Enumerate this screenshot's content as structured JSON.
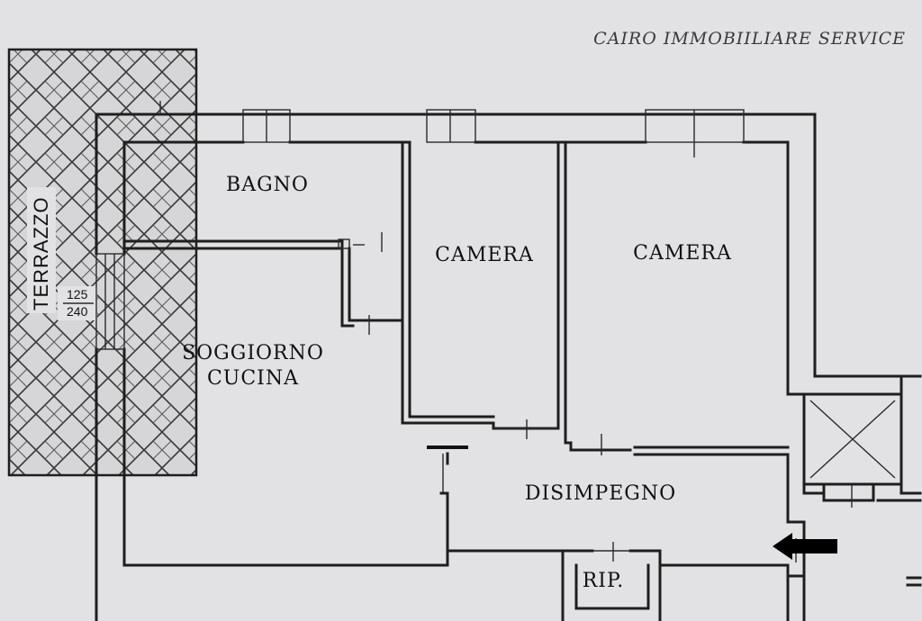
{
  "agency": {
    "name": "CAIRO IMMOBIILIARE SERVICE"
  },
  "rooms": {
    "bagno": "BAGNO",
    "camera_1": "CAMERA",
    "camera_2": "CAMERA",
    "soggiorno_line1": "SOGGIORNO",
    "soggiorno_line2": "CUCINA",
    "disimpegno": "DISIMPEGNO",
    "ripostiglio": "RIP.",
    "terrazzo": "TERRAZZO"
  },
  "window_dimensions": {
    "width": "125",
    "height": "240"
  },
  "colors": {
    "background": "#e2e2e4",
    "walls": "#1e1e1e",
    "entrance_arrow": "#000000"
  },
  "icons": {
    "entrance": "arrow-left-icon",
    "lift_shaft": "cross-box-icon"
  }
}
